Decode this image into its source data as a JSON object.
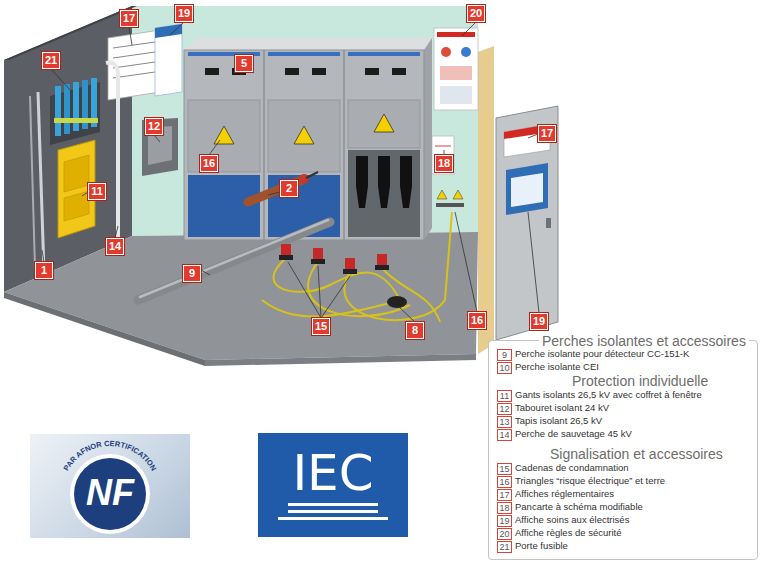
{
  "diagram": {
    "nodes": [
      {
        "text": [
          "19"
        ]
      },
      {
        "text": [
          "20"
        ]
      },
      {
        "text": [
          "17"
        ]
      },
      {
        "text": [
          "21"
        ]
      },
      {
        "text": [
          "5"
        ]
      },
      {
        "text": [
          "12"
        ]
      },
      {
        "text": [
          "17"
        ]
      },
      {
        "text": [
          "16"
        ]
      },
      {
        "text": [
          "18"
        ]
      },
      {
        "text": [
          "2"
        ]
      },
      {
        "text": [
          "11"
        ]
      },
      {
        "text": [
          "14"
        ]
      },
      {
        "text": [
          "1"
        ]
      },
      {
        "text": [
          "9"
        ]
      },
      {
        "text": [
          "16"
        ]
      },
      {
        "text": [
          "19"
        ]
      },
      {
        "text": [
          "15"
        ]
      },
      {
        "text": [
          "8"
        ]
      },
      {
        "text": [
          "PAR AFNOR CERTIFICATION",
          "NF"
        ]
      },
      {
        "text": [
          "IEC"
        ]
      },
      {
        "text": [
          "Perches isolantes et accessoires",
          "Protection individuelle",
          "Signalisation et accessoires"
        ]
      },
      {
        "text": [
          "9"
        ],
        "in": 20
      },
      {
        "text": [
          "10"
        ],
        "in": 20
      },
      {
        "text": [
          "11"
        ],
        "in": 20
      },
      {
        "text": [
          "12"
        ],
        "in": 20
      },
      {
        "text": [
          "13"
        ],
        "in": 20
      },
      {
        "text": [
          "14"
        ],
        "in": 20
      },
      {
        "text": [
          "15"
        ],
        "in": 20
      },
      {
        "text": [
          "16"
        ],
        "in": 20
      },
      {
        "text": [
          "17"
        ],
        "in": 20
      },
      {
        "text": [
          "18"
        ],
        "in": 20
      },
      {
        "text": [
          "19"
        ],
        "in": 20
      },
      {
        "text": [
          "20"
        ],
        "in": 20
      },
      {
        "text": [
          "21"
        ],
        "in": 20
      }
    ],
    "labels": [
      "Perche isolante pour détecteur CC-151-K",
      "Perche isolante CEI",
      "Gants isolants 26,5 kV avec coffret à fenêtre",
      "Tabouret isolant 24 kV",
      "Tapis isolant 26,5 kV",
      "Perche de sauvetage 45 kV",
      "Cadenas de condamnation",
      "Triangles “risque électrique” et terre",
      "Affiches réglementaires",
      "Pancarte à schéma modifiable",
      "Affiche soins aux électrisés",
      "Affiche règles de sécurité",
      "Porte fusible"
    ]
  }
}
